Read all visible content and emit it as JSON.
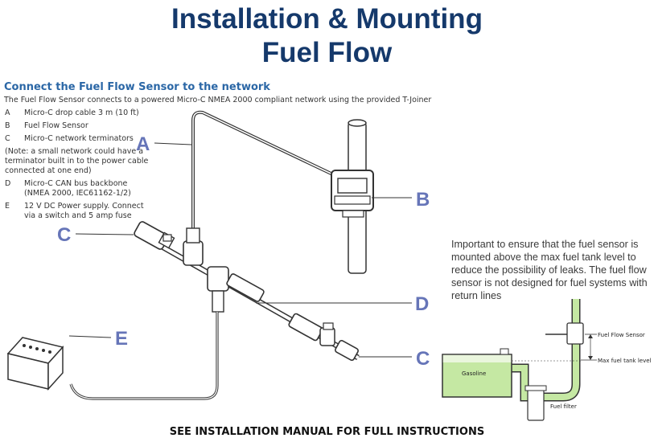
{
  "title_line1": "Installation & Mounting",
  "title_line2": "Fuel Flow",
  "heading": "Connect the Fuel Flow Sensor to the network",
  "subheading": "The Fuel Flow Sensor connects to a powered Micro-C NMEA 2000 compliant network using the provided T-Joiner",
  "legend": {
    "a": {
      "key": "A",
      "text": "Micro-C drop cable 3 m (10 ft)"
    },
    "b": {
      "key": "B",
      "text": "Fuel Flow Sensor"
    },
    "c": {
      "key": "C",
      "text": "Micro-C network terminators"
    },
    "note": "(Note: a small network could have a terminator built in to the power cable connected at one end)",
    "d": {
      "key": "D",
      "text": "Micro-C CAN bus backbone (NMEA 2000, IEC61162-1/2)"
    },
    "e": {
      "key": "E",
      "text": "12 V DC Power supply.  Connect via a switch and 5 amp fuse"
    }
  },
  "callouts": {
    "a": "A",
    "b": "B",
    "c1": "C",
    "d": "D",
    "c2": "C",
    "e": "E"
  },
  "important_note": "Important to ensure that the fuel sensor is mounted above the max fuel tank level to reduce the possibility of leaks. The fuel flow sensor is not designed for fuel systems with return lines",
  "small_diagram": {
    "sensor_label": "Fuel Flow Sensor",
    "max_level_label": "Max fuel tank level",
    "tank_label": "Gasoline",
    "filter_label": "Fuel filter"
  },
  "footer": "SEE INSTALLATION MANUAL FOR FULL INSTRUCTIONS",
  "colors": {
    "title": "#15396b",
    "heading": "#2b67a6",
    "callout": "#6675b8",
    "tank_fill": "#c5e8a3",
    "tank_stroke": "#333333"
  }
}
